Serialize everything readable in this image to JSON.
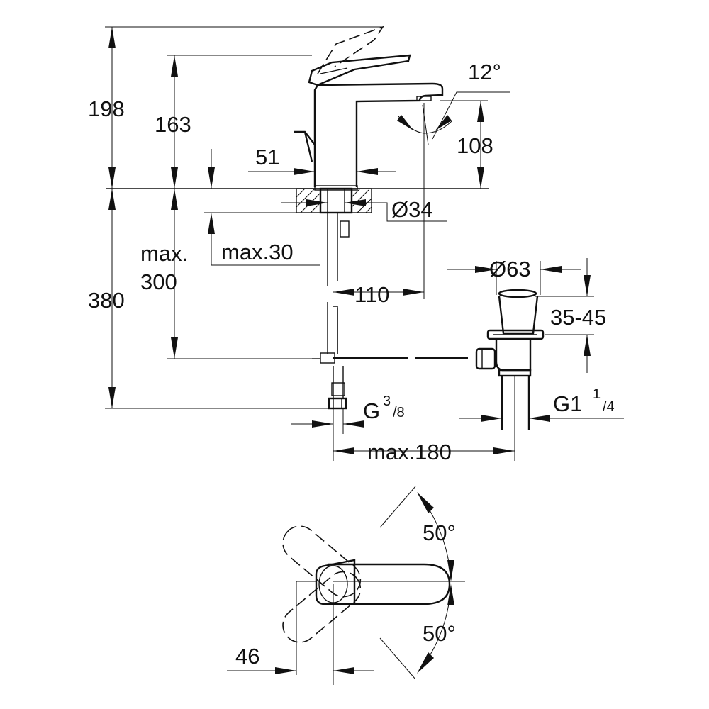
{
  "labels": {
    "h_total": "198",
    "h_spout_top": "163",
    "h_spout": "108",
    "angle_spout": "12°",
    "width_body": "51",
    "hole_dia": "Ø34",
    "max_text_1": "max.",
    "max_text_2": "300",
    "max_30": "max.30",
    "h_below": "380",
    "reach": "110",
    "waste_dia": "Ø63",
    "waste_range": "35-45",
    "g_small_prefix": "G",
    "g_small_num": "3",
    "g_small_den": "/8",
    "g_large_prefix": "G1",
    "g_large_num": "1",
    "g_large_den": "/4",
    "max_180": "max.180",
    "angle_top": "50°",
    "angle_bottom": "50°",
    "offset_46": "46"
  }
}
